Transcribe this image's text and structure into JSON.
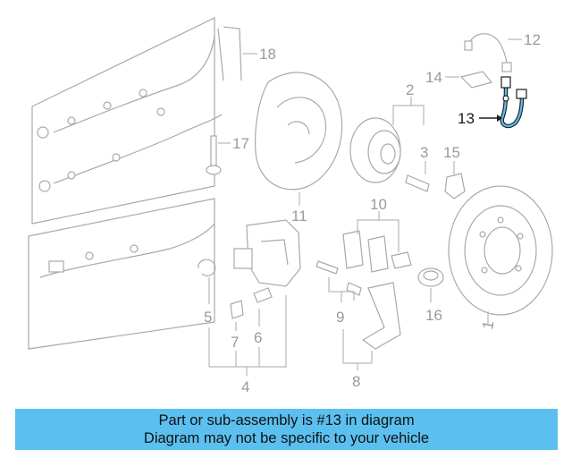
{
  "callouts": {
    "c1": "1",
    "c2": "2",
    "c3": "3",
    "c4": "4",
    "c5": "5",
    "c6": "6",
    "c7": "7",
    "c8": "8",
    "c9": "9",
    "c10": "10",
    "c11": "11",
    "c12": "12",
    "c13": "13",
    "c14": "14",
    "c15": "15",
    "c16": "16",
    "c17": "17",
    "c18": "18"
  },
  "highlighted_part": "13",
  "colors": {
    "banner": "#5bc0ef",
    "highlight_stroke": "#1d1d1d",
    "highlight_fill": "#5bc0ef",
    "linework": "#a9a9a9"
  },
  "banner": {
    "line1": "Part or sub-assembly is #13 in diagram",
    "line2": "Diagram may not be specific to your vehicle"
  }
}
